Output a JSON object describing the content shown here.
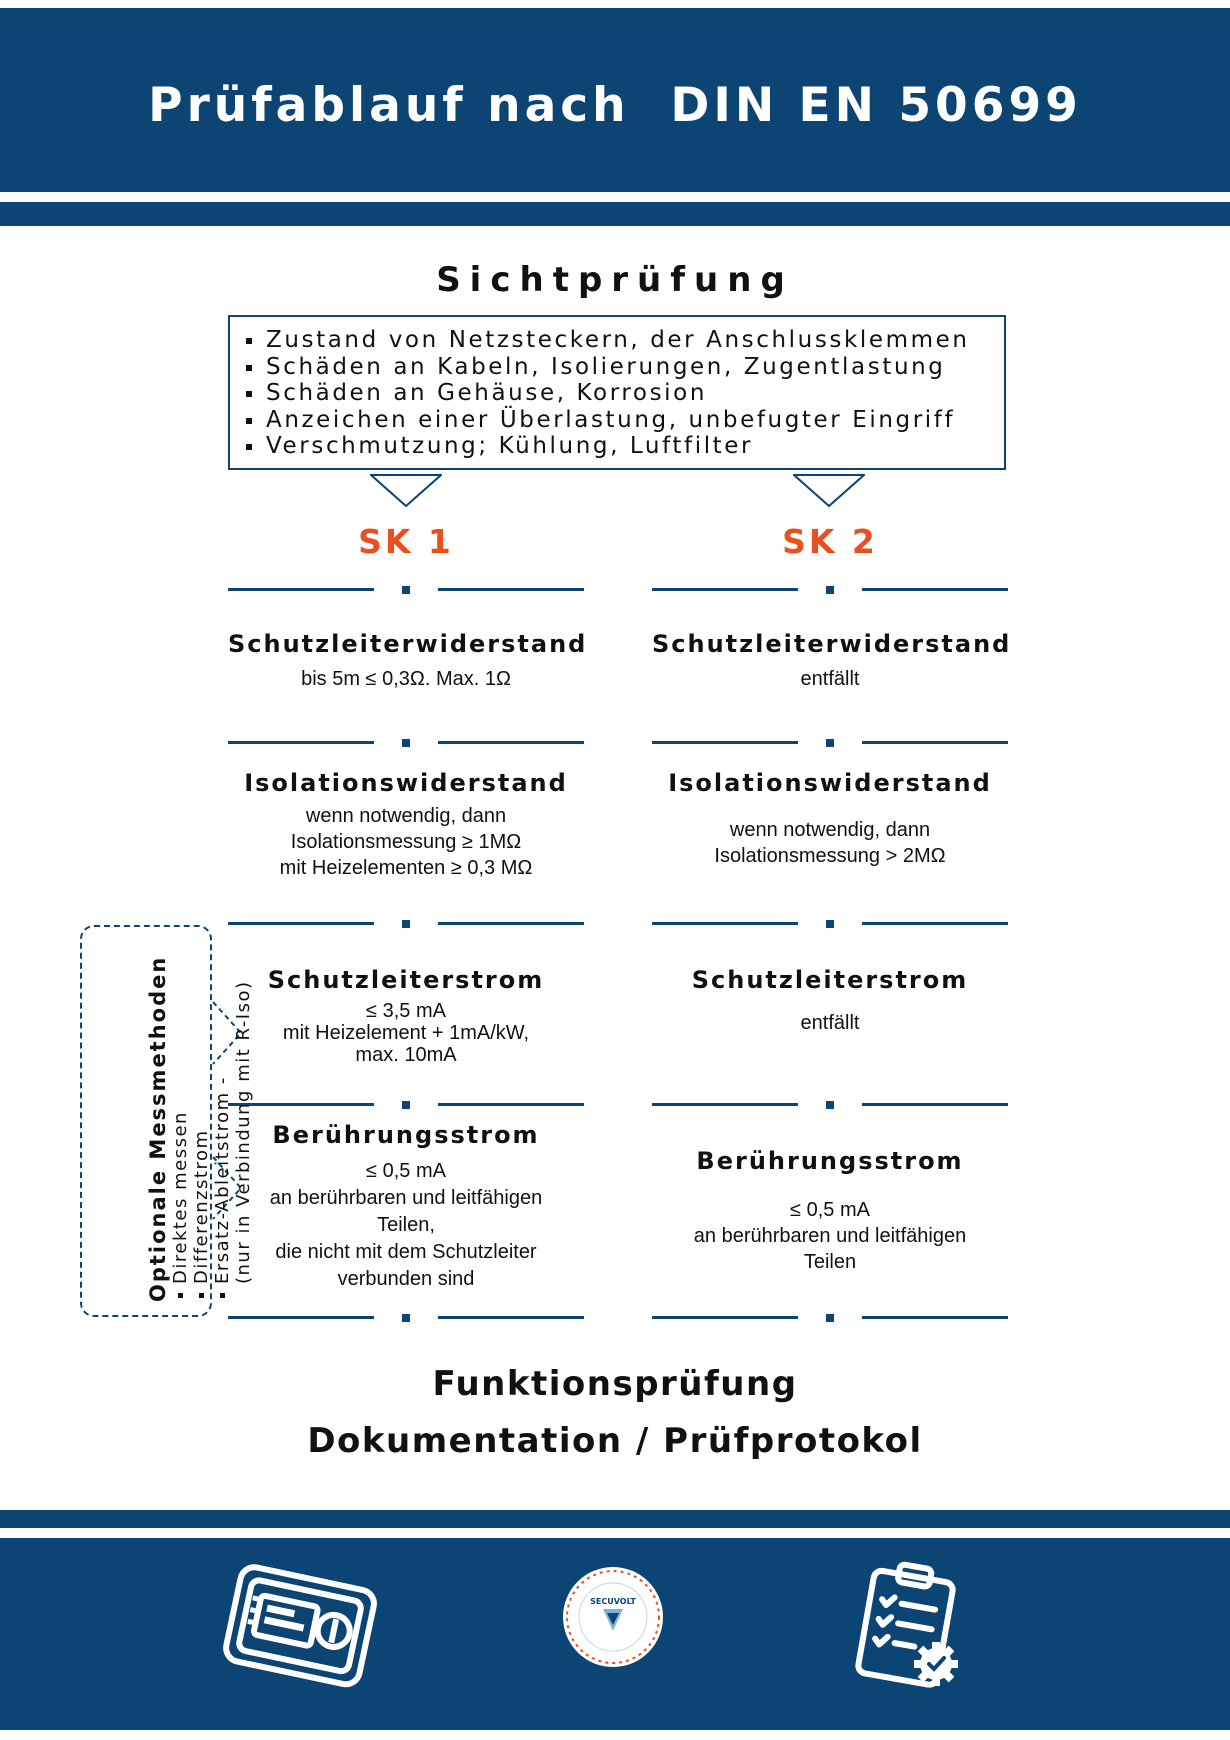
{
  "header": {
    "title": "Prüfablauf nach  DIN EN 50699"
  },
  "visual": {
    "title": "Sichtprüfung",
    "items": [
      "Zustand von Netzsteckern, der Anschlussklemmen",
      "Schäden an Kabeln, Isolierungen, Zugentlastung",
      "Schäden an Gehäuse, Korrosion",
      "Anzeichen einer Überlastung, unbefugter Eingriff",
      "Verschmutzung; Kühlung, Luftfilter"
    ]
  },
  "sk1": {
    "label": "SK 1",
    "schutzleiterwiderstand": {
      "title": "Schutzleiterwiderstand",
      "lines": [
        "bis 5m ≤ 0,3Ω. Max. 1Ω"
      ]
    },
    "isolationswiderstand": {
      "title": "Isolationswiderstand",
      "lines": [
        "wenn notwendig, dann",
        "Isolationsmessung ≥ 1MΩ",
        "mit Heizelementen ≥ 0,3 MΩ"
      ]
    },
    "schutzleiterstrom": {
      "title": "Schutzleiterstrom",
      "lines": [
        "≤ 3,5 mA",
        "mit Heizelement + 1mA/kW,",
        "max. 10mA"
      ]
    },
    "beruehrungsstrom": {
      "title": "Berührungsstrom",
      "lines": [
        "≤ 0,5 mA",
        "an berührbaren und leitfähigen",
        "Teilen,",
        "die nicht mit dem Schutzleiter",
        "verbunden sind"
      ]
    }
  },
  "sk2": {
    "label": "SK 2",
    "schutzleiterwiderstand": {
      "title": "Schutzleiterwiderstand",
      "lines": [
        "entfällt"
      ]
    },
    "isolationswiderstand": {
      "title": "Isolationswiderstand",
      "lines": [
        "wenn notwendig, dann",
        "Isolationsmessung > 2MΩ"
      ]
    },
    "schutzleiterstrom": {
      "title": "Schutzleiterstrom",
      "lines": [
        "entfällt"
      ]
    },
    "beruehrungsstrom": {
      "title": "Berührungsstrom",
      "lines": [
        "≤ 0,5 mA",
        "an berührbaren und leitfähigen",
        "Teilen"
      ]
    }
  },
  "optional": {
    "title": "Optionale Messmethoden",
    "items": [
      "Direktes messen",
      "Differenzstrom",
      "Ersatz-Ableitstrom -"
    ],
    "note": "(nur in Verbindung mit R-Iso)"
  },
  "footer": {
    "line1": "Funktionsprüfung",
    "line2": "Dokumentation / Prüfprotokol",
    "badge_brand": "SECUVOLT"
  },
  "icons": [
    "tester-device-icon",
    "inspection-sticker-icon",
    "clipboard-checklist-icon"
  ],
  "colors": {
    "navy": "#0c4574",
    "accent": "#e8501e"
  }
}
